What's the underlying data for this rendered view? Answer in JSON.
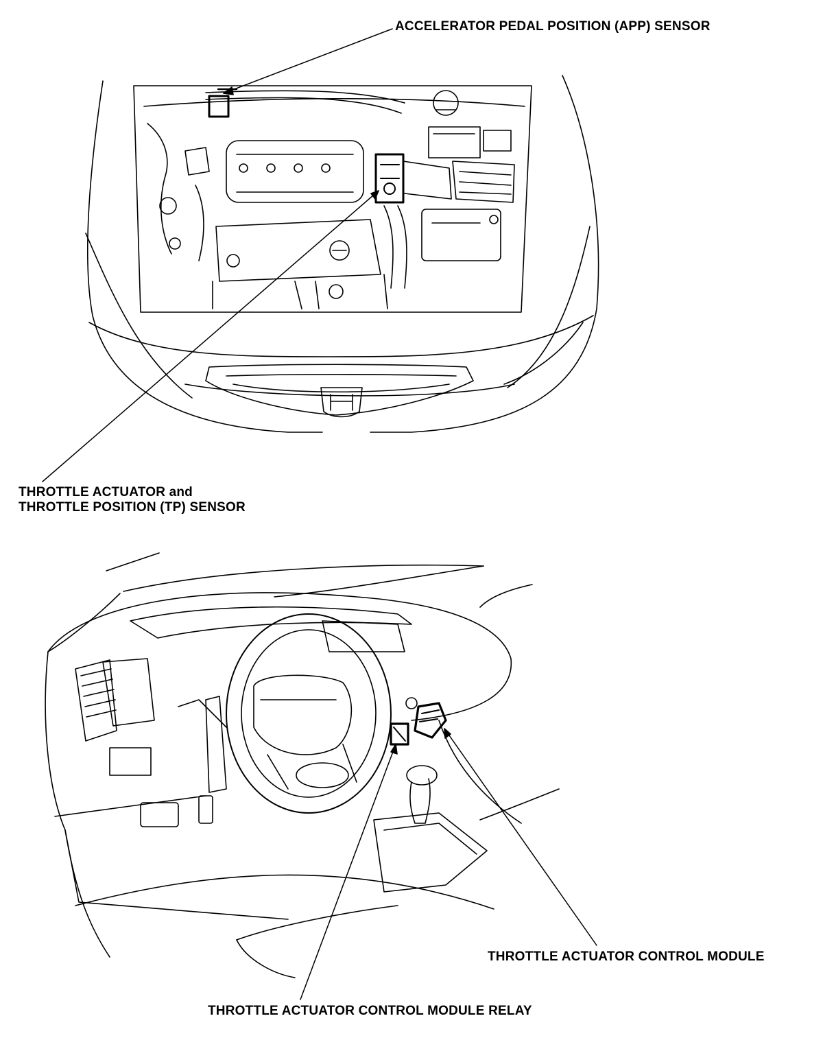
{
  "labels": {
    "app_sensor": "ACCELERATOR PEDAL POSITION (APP) SENSOR",
    "throttle_line1": "THROTTLE ACTUATOR and",
    "throttle_line2": "THROTTLE POSITION (TP) SENSOR",
    "control_module": "THROTTLE ACTUATOR CONTROL MODULE",
    "control_module_relay": "THROTTLE ACTUATOR CONTROL MODULE RELAY"
  },
  "colors": {
    "ink": "#000000",
    "paper": "#ffffff"
  }
}
